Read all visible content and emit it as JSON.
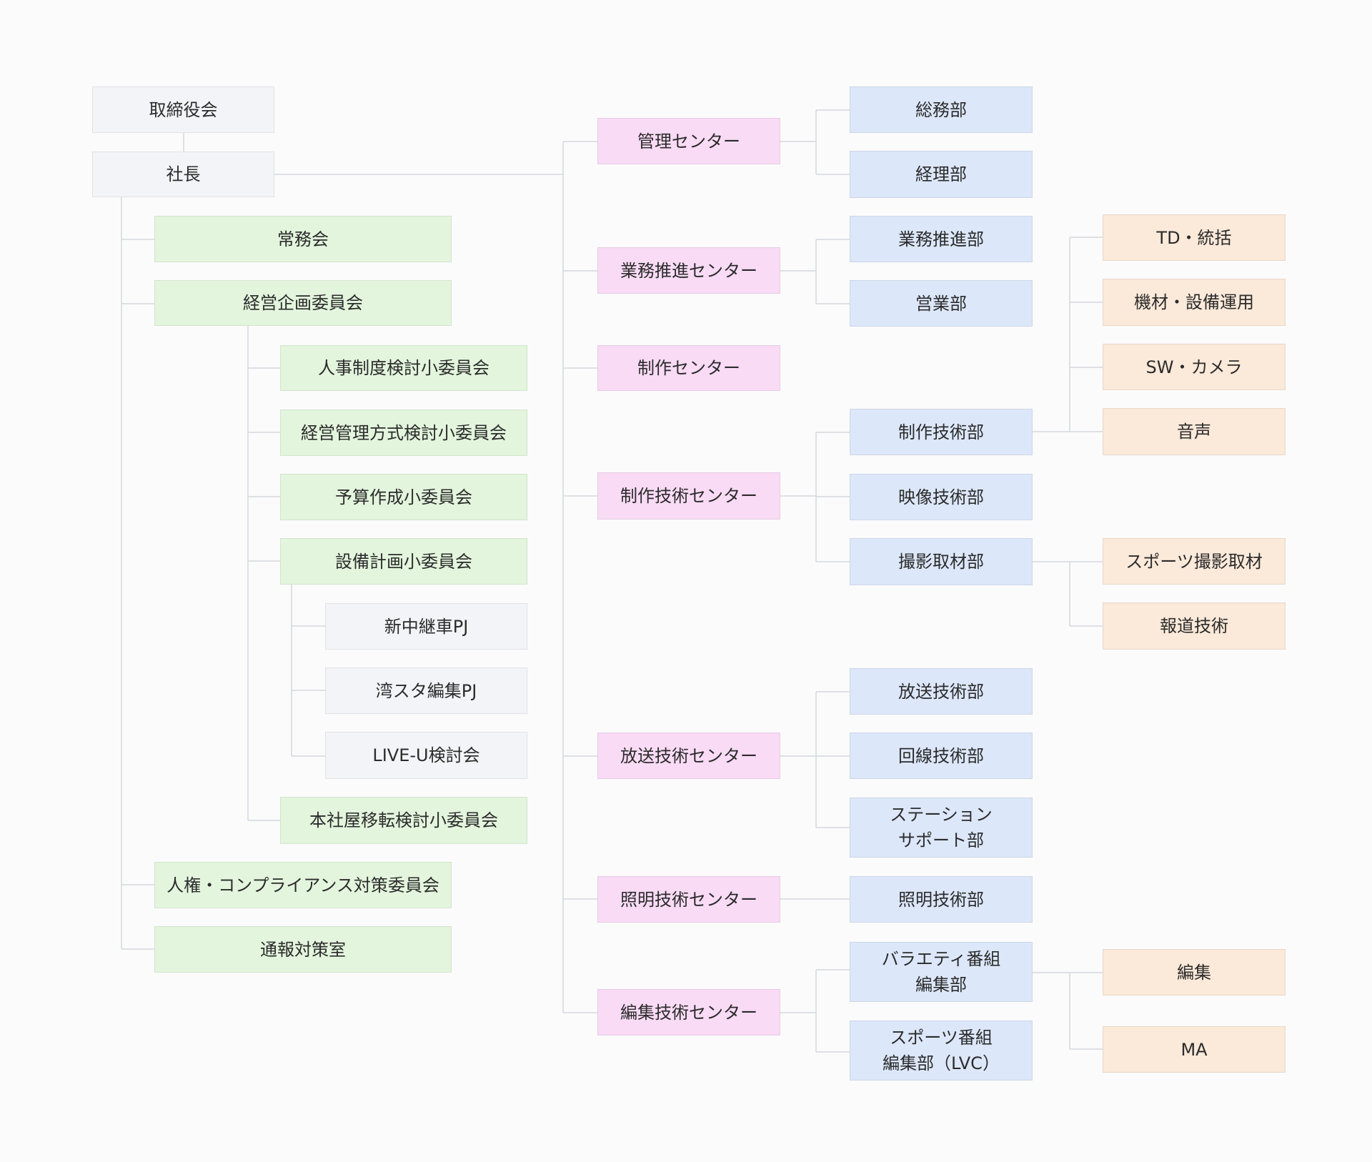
{
  "colors": {
    "gray": "#f3f4f7",
    "green": "#e3f5dd",
    "pink": "#f9dbf5",
    "blue": "#dce7f9",
    "orange": "#fbe9d9",
    "line": "#d5d7db"
  },
  "nodes": [
    {
      "id": "n1",
      "label": "取締役会"
    },
    {
      "id": "n2",
      "label": "社長"
    },
    {
      "id": "n3",
      "label": "常務会"
    },
    {
      "id": "n4",
      "label": "経営企画委員会"
    },
    {
      "id": "n5",
      "label": "人事制度検討小委員会"
    },
    {
      "id": "n6",
      "label": "経営管理方式検討小委員会"
    },
    {
      "id": "n7",
      "label": "予算作成小委員会"
    },
    {
      "id": "n8",
      "label": "設備計画小委員会"
    },
    {
      "id": "n9",
      "label": "新中継車PJ"
    },
    {
      "id": "n10",
      "label": "湾スタ編集PJ"
    },
    {
      "id": "n11",
      "label": "LIVE-U検討会"
    },
    {
      "id": "n12",
      "label": "本社屋移転検討小委員会"
    },
    {
      "id": "n13",
      "label": "人権・コンプライアンス対策委員会"
    },
    {
      "id": "n14",
      "label": "通報対策室"
    },
    {
      "id": "n15",
      "label": "管理センター"
    },
    {
      "id": "n16",
      "label": "業務推進センター"
    },
    {
      "id": "n17",
      "label": "制作センター"
    },
    {
      "id": "n18",
      "label": "制作技術センター"
    },
    {
      "id": "n19",
      "label": "放送技術センター"
    },
    {
      "id": "n20",
      "label": "照明技術センター"
    },
    {
      "id": "n21",
      "label": "編集技術センター"
    },
    {
      "id": "n22",
      "label": "総務部"
    },
    {
      "id": "n23",
      "label": "経理部"
    },
    {
      "id": "n24",
      "label": "業務推進部"
    },
    {
      "id": "n25",
      "label": "営業部"
    },
    {
      "id": "n26",
      "label": "制作技術部"
    },
    {
      "id": "n27",
      "label": "映像技術部"
    },
    {
      "id": "n28",
      "label": "撮影取材部"
    },
    {
      "id": "n29",
      "label": "放送技術部"
    },
    {
      "id": "n30",
      "label": "回線技術部"
    },
    {
      "id": "n31",
      "label": "ステーション\nサポート部"
    },
    {
      "id": "n32",
      "label": "照明技術部"
    },
    {
      "id": "n33",
      "label": "バラエティ番組\n編集部"
    },
    {
      "id": "n34",
      "label": "スポーツ番組\n編集部（LVC）"
    },
    {
      "id": "n35",
      "label": "TD・統括"
    },
    {
      "id": "n36",
      "label": "機材・設備運用"
    },
    {
      "id": "n37",
      "label": "SW・カメラ"
    },
    {
      "id": "n38",
      "label": "音声"
    },
    {
      "id": "n39",
      "label": "スポーツ撮影取材"
    },
    {
      "id": "n40",
      "label": "報道技術"
    },
    {
      "id": "n41",
      "label": "編集"
    },
    {
      "id": "n42",
      "label": "MA"
    }
  ]
}
